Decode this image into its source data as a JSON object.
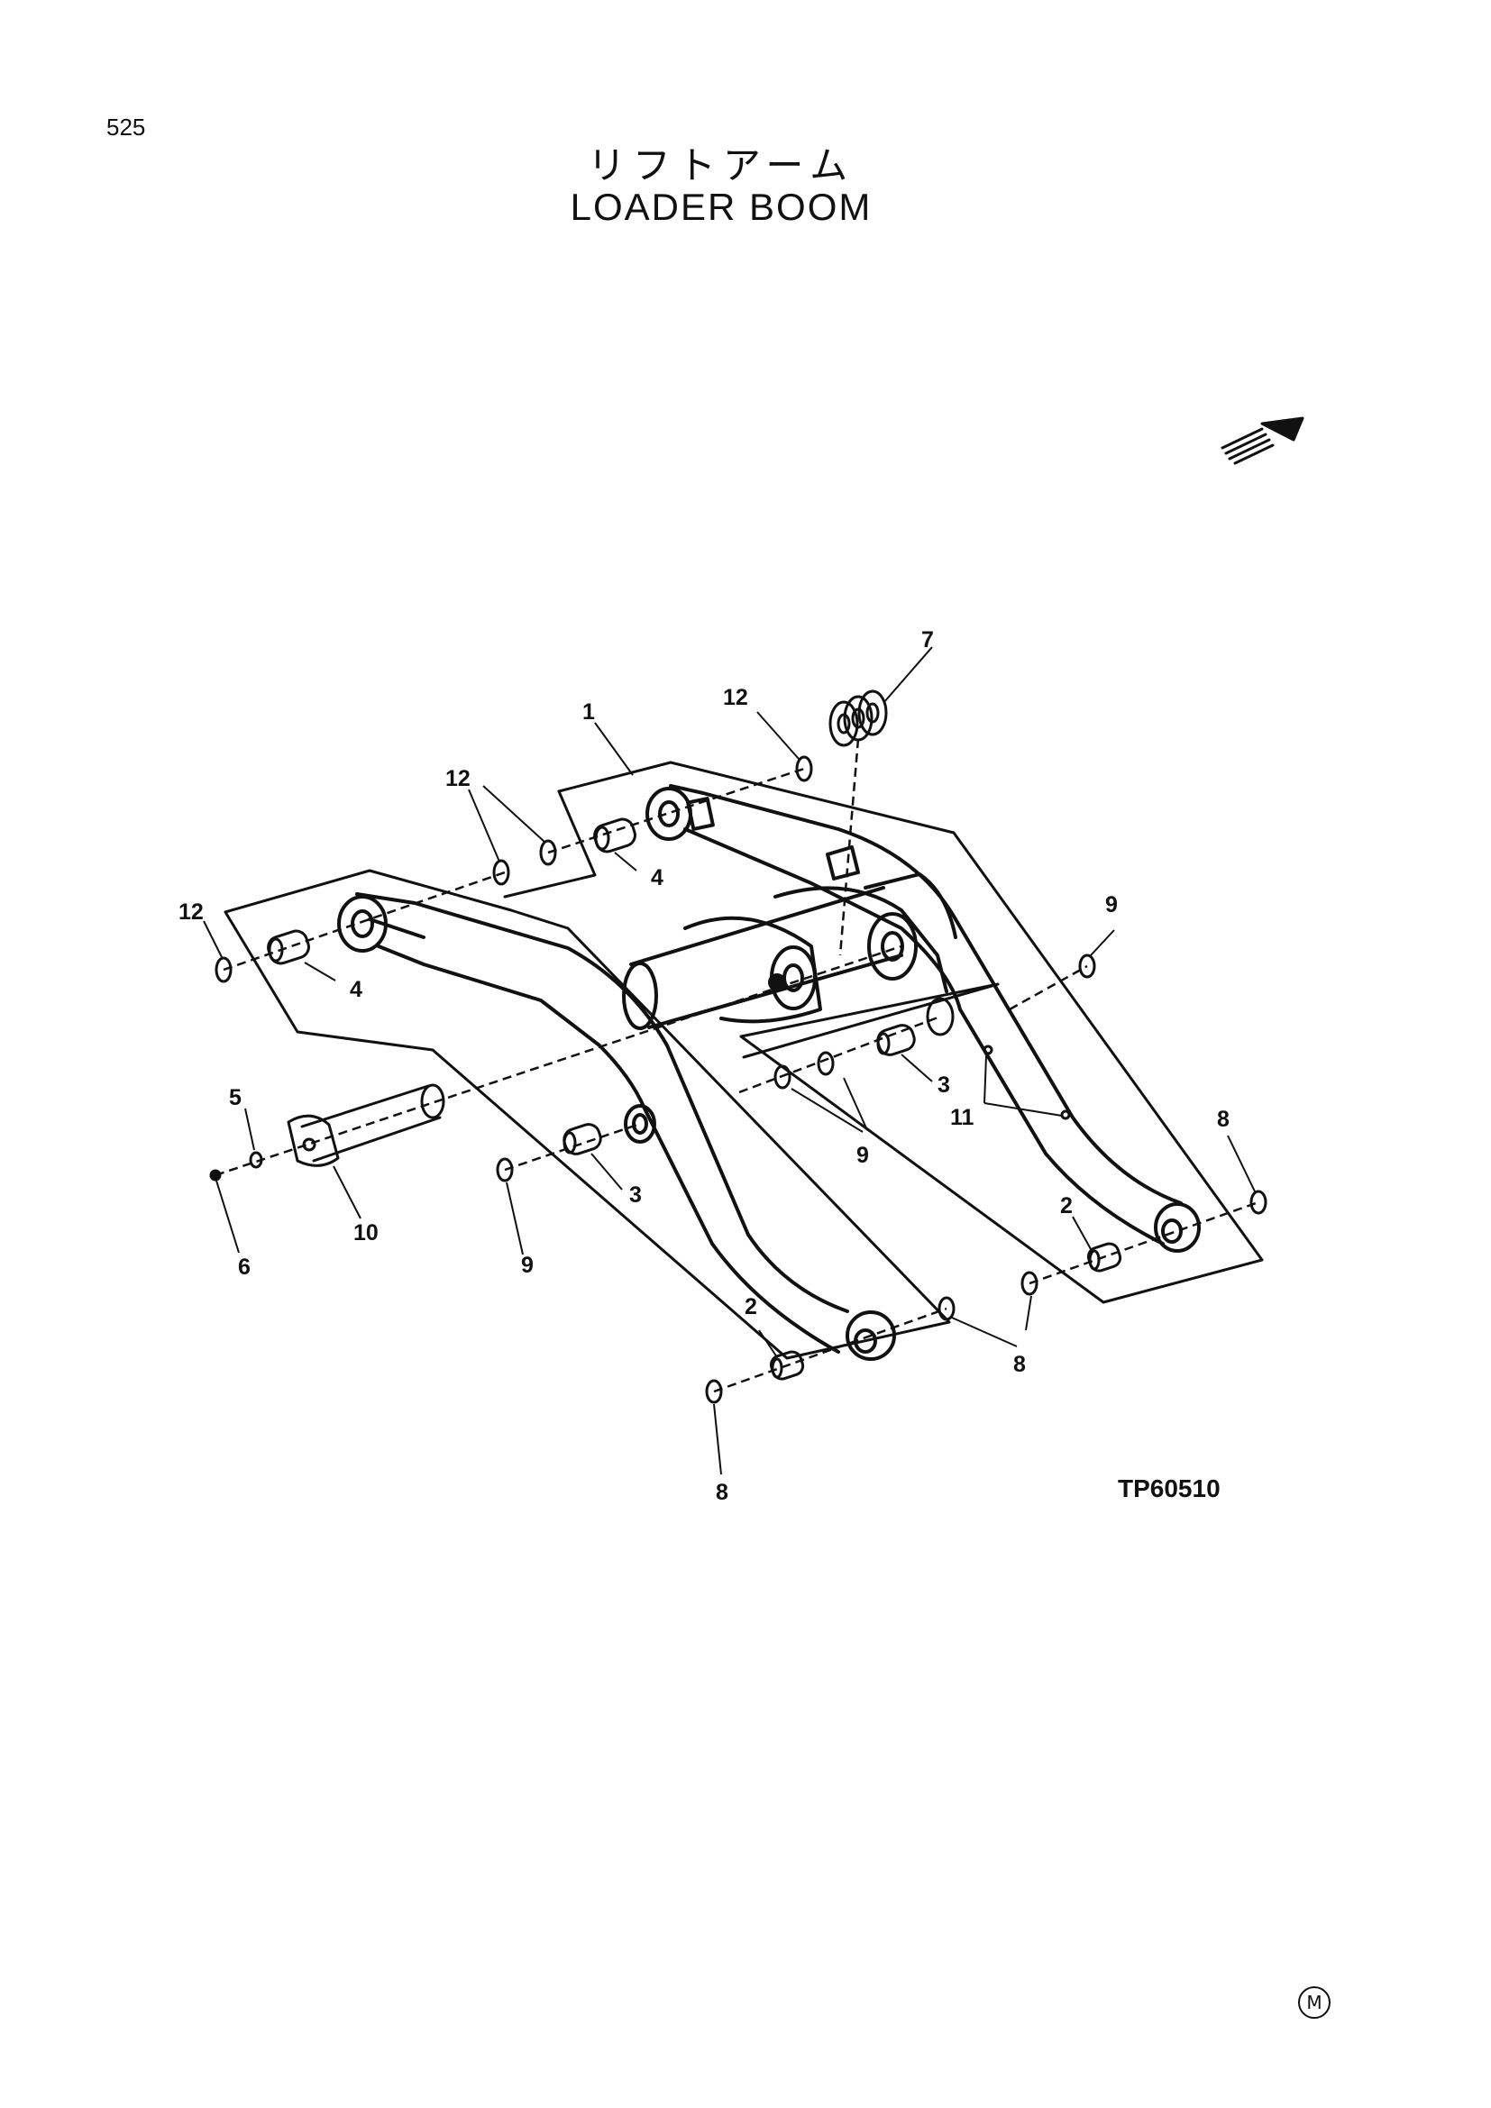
{
  "page": {
    "number": "525"
  },
  "title": {
    "ja": "リフトアーム",
    "en": "LOADER BOOM"
  },
  "diagram": {
    "drawing_code": "TP60510",
    "callouts": [
      {
        "id": "c1",
        "text": "1"
      },
      {
        "id": "c7",
        "text": "7"
      },
      {
        "id": "c12a",
        "text": "12"
      },
      {
        "id": "c12b",
        "text": "12"
      },
      {
        "id": "c12c",
        "text": "12"
      },
      {
        "id": "c4a",
        "text": "4"
      },
      {
        "id": "c4b",
        "text": "4"
      },
      {
        "id": "c9a",
        "text": "9"
      },
      {
        "id": "c9b",
        "text": "9"
      },
      {
        "id": "c9c",
        "text": "9"
      },
      {
        "id": "c3a",
        "text": "3"
      },
      {
        "id": "c3b",
        "text": "3"
      },
      {
        "id": "c11",
        "text": "11"
      },
      {
        "id": "c5",
        "text": "5"
      },
      {
        "id": "c6",
        "text": "6"
      },
      {
        "id": "c10",
        "text": "10"
      },
      {
        "id": "c8a",
        "text": "8"
      },
      {
        "id": "c8b",
        "text": "8"
      },
      {
        "id": "c8c",
        "text": "8"
      },
      {
        "id": "c2a",
        "text": "2"
      },
      {
        "id": "c2b",
        "text": "2"
      }
    ]
  },
  "footer": {
    "mark": "M"
  }
}
